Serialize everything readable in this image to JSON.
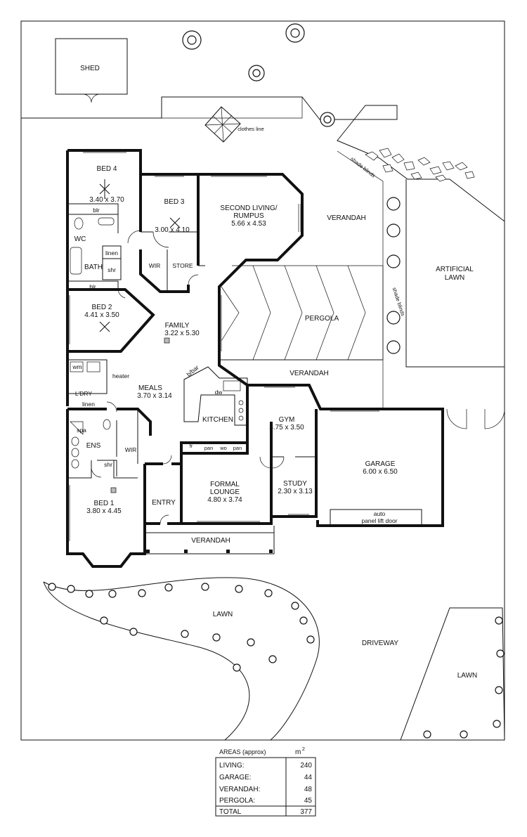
{
  "plan": {
    "rooms": {
      "shed": "SHED",
      "clothes_line": "clothes line",
      "shade_blinds_top": "shade blinds",
      "shade_blinds_side": "shade blinds",
      "bed4": {
        "name": "BED 4",
        "dims": "3.40 x 3.70"
      },
      "bed3": {
        "name": "BED 3",
        "dims": "3.00 x 4.10"
      },
      "second_living": {
        "name_line1": "SECOND LIVING/",
        "name_line2": "RUMPUS",
        "dims": "5.66 x 4.53"
      },
      "verandah_top": "VERANDAH",
      "artificial_lawn_line1": "ARTIFICIAL",
      "artificial_lawn_line2": "LAWN",
      "blr_top": "blr",
      "wc": "WC",
      "linen_bath": "linen",
      "bath": "BATH",
      "shr_bath": "shr",
      "wir_bed3": "WIR",
      "store": "STORE",
      "blr_mid": "blr",
      "bed2": {
        "name": "BED 2",
        "dims": "4.41 x 3.50"
      },
      "family": {
        "name": "FAMILY",
        "dims": "3.22 x 5.30"
      },
      "pergola": "PERGOLA",
      "wm": "wm",
      "heater": "heater",
      "b_bar": "b/bar",
      "verandah_mid": "VERANDAH",
      "meals": {
        "name": "MEALS",
        "dims": "3.70 x 3.14"
      },
      "ldry": "L'DRY",
      "dw": "dw",
      "kitchen": "KITCHEN",
      "linen_ldry": "linen",
      "gym": {
        "name": "GYM",
        "dims": "3.75 x 3.50"
      },
      "spa": "spa",
      "ens": "ENS",
      "wir_bed1": "WIR",
      "fr": "fr",
      "pan1": "pan",
      "wo": "wo",
      "pan2": "pan",
      "shr_ens": "shr",
      "garage": {
        "name": "GARAGE",
        "dims": "6.00 x 6.50"
      },
      "formal_lounge": {
        "name_line1": "FORMAL",
        "name_line2": "LOUNGE",
        "dims": "4.80 x 3.74"
      },
      "study": {
        "name": "STUDY",
        "dims": "2.30 x 3.13"
      },
      "entry": "ENTRY",
      "bed1": {
        "name": "BED 1",
        "dims": "3.80 x 4.45"
      },
      "auto_door_line1": "auto",
      "auto_door_line2": "panel lift door",
      "verandah_front": "VERANDAH",
      "lawn_front": "LAWN",
      "driveway": "DRIVEWAY",
      "lawn_right": "LAWN"
    }
  },
  "areas": {
    "heading": "AREAS (approx)",
    "unit": "m",
    "unit_sup": "2",
    "rows": [
      {
        "label": "LIVING:",
        "value": "240"
      },
      {
        "label": "GARAGE:",
        "value": "44"
      },
      {
        "label": "VERANDAH:",
        "value": "48"
      },
      {
        "label": "PERGOLA:",
        "value": "45"
      },
      {
        "label": "TOTAL",
        "value": "377"
      }
    ]
  },
  "colors": {
    "ink": "#111111",
    "paper": "#ffffff",
    "fixture_fill": "#bbbbbb"
  }
}
